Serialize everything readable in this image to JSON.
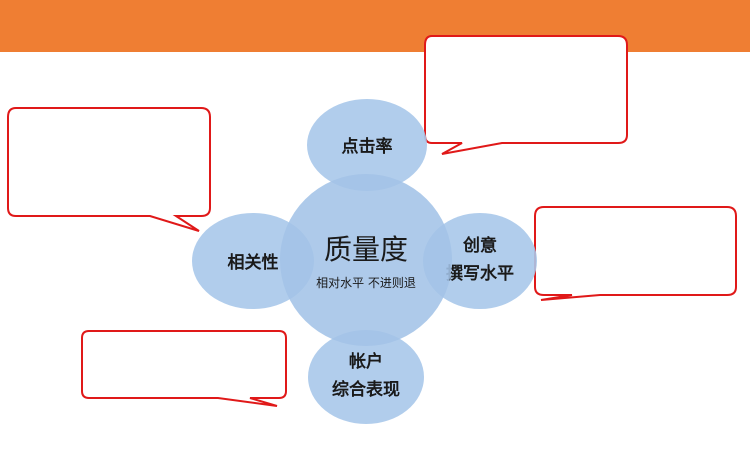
{
  "diagram": {
    "center": {
      "title": "质量度",
      "subtitle": "相对水平 不进则退"
    },
    "factors": {
      "top": {
        "lines": [
          "点击率"
        ]
      },
      "left": {
        "lines": [
          "相关性"
        ]
      },
      "right": {
        "lines": [
          "创意",
          "撰写水平"
        ]
      },
      "bottom": {
        "lines": [
          "帐户",
          "综合表现"
        ]
      }
    },
    "callouts": {
      "top_right": "",
      "top_left": "",
      "right": "",
      "bottom_left": ""
    }
  },
  "colors": {
    "banner": "#ef7e33",
    "circle_fill": "#a9c8ea",
    "center_fill": "#a3c3e7",
    "callout_border": "#e01919",
    "text": "#1a1a1a"
  }
}
